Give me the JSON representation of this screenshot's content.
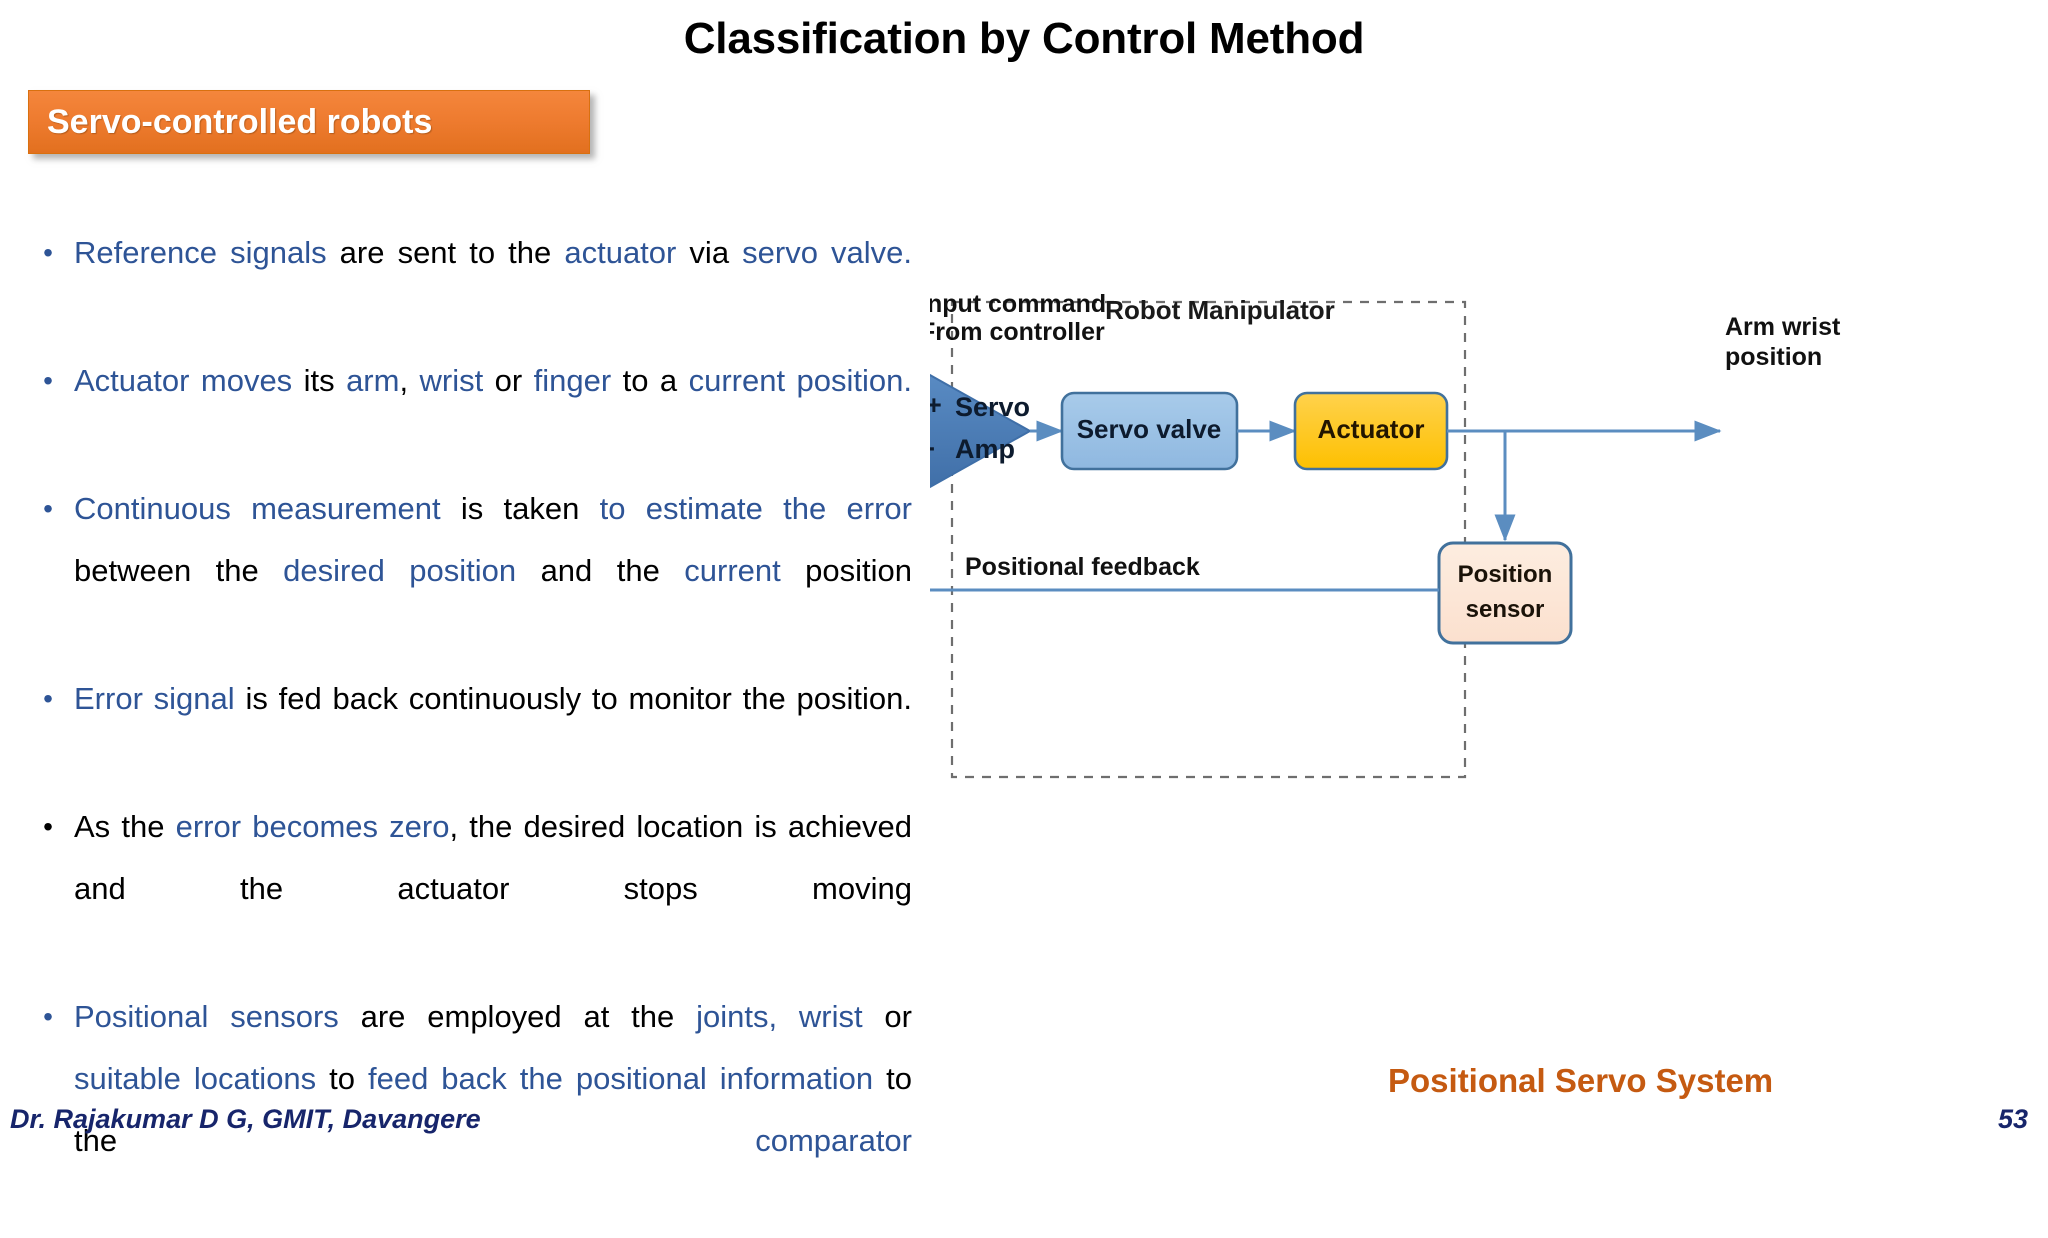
{
  "slide": {
    "title": "Classification by Control Method",
    "section_badge": "Servo-controlled robots",
    "accent_orange": "#ED7D31",
    "accent_blue": "#2E5496",
    "caption_orange": "#C55A11",
    "footer_navy": "#17256B"
  },
  "bullets": [
    {
      "marker": "•",
      "marker_dark": false,
      "segments": [
        {
          "text": "Reference signals",
          "highlight": true
        },
        {
          "text": " are sent to the ",
          "highlight": false
        },
        {
          "text": "actuator",
          "highlight": true
        },
        {
          "text": " via ",
          "highlight": false
        },
        {
          "text": "servo valve.",
          "highlight": true
        }
      ]
    },
    {
      "marker": "•",
      "marker_dark": false,
      "segments": [
        {
          "text": "Actuator moves",
          "highlight": true
        },
        {
          "text": " its ",
          "highlight": false
        },
        {
          "text": "arm",
          "highlight": true
        },
        {
          "text": ", ",
          "highlight": false
        },
        {
          "text": "wrist",
          "highlight": true
        },
        {
          "text": " or ",
          "highlight": false
        },
        {
          "text": "finger",
          "highlight": true
        },
        {
          "text": " to a ",
          "highlight": false
        },
        {
          "text": "current position.",
          "highlight": true
        }
      ]
    },
    {
      "marker": "•",
      "marker_dark": false,
      "segments": [
        {
          "text": "Continuous measurement",
          "highlight": true
        },
        {
          "text": " is taken ",
          "highlight": false
        },
        {
          "text": "to estimate the error",
          "highlight": true
        },
        {
          "text": " between the ",
          "highlight": false
        },
        {
          "text": "desired position",
          "highlight": true
        },
        {
          "text": " and the ",
          "highlight": false
        },
        {
          "text": "current",
          "highlight": true
        },
        {
          "text": " position",
          "highlight": false
        }
      ]
    },
    {
      "marker": "•",
      "marker_dark": false,
      "segments": [
        {
          "text": "Error signal",
          "highlight": true
        },
        {
          "text": " is fed back continuously to monitor the position.",
          "highlight": false
        }
      ]
    },
    {
      "marker": "•",
      "marker_dark": true,
      "segments": [
        {
          "text": "As the ",
          "highlight": false
        },
        {
          "text": "error becomes zero",
          "highlight": true
        },
        {
          "text": ", the desired location is achieved and the actuator stops moving",
          "highlight": false
        }
      ]
    },
    {
      "marker": "•",
      "marker_dark": false,
      "segments": [
        {
          "text": "Positional sensors",
          "highlight": true
        },
        {
          "text": " are employed at the ",
          "highlight": false
        },
        {
          "text": "joints, wrist",
          "highlight": true
        },
        {
          "text": " or ",
          "highlight": false
        },
        {
          "text": "suitable locations",
          "highlight": true
        },
        {
          "text": " to ",
          "highlight": false
        },
        {
          "text": "feed back the positional information",
          "highlight": true
        },
        {
          "text": " to the ",
          "highlight": false
        },
        {
          "text": "comparator",
          "highlight": true
        }
      ]
    }
  ],
  "diagram": {
    "caption": "Positional Servo System",
    "input_label_line1": "Input command",
    "input_label_line2": "From controller",
    "enclosure_label": "Robot Manipulator",
    "output_label_line1": "Arm wrist",
    "output_label_line2": "position",
    "feedback_label": "Positional feedback",
    "amp_plus": "+",
    "amp_minus": "-",
    "amp_label_line1": "Servo",
    "amp_label_line2": "Amp",
    "servo_valve": "Servo valve",
    "actuator": "Actuator",
    "position_sensor_line1": "Position",
    "position_sensor_line2": "sensor",
    "colors": {
      "amp_fill": "#4A7EBB",
      "servo_valve_fill": "#9DC3E6",
      "actuator_fill": "#FFC000",
      "sensor_fill": "#FCE4D6",
      "box_stroke": "#41719C",
      "wire": "#5B8DC0",
      "enclosure_stroke": "#6E6E6E"
    }
  },
  "footer": {
    "author": "Dr. Rajakumar D G, GMIT, Davangere",
    "slide_number": "53"
  }
}
